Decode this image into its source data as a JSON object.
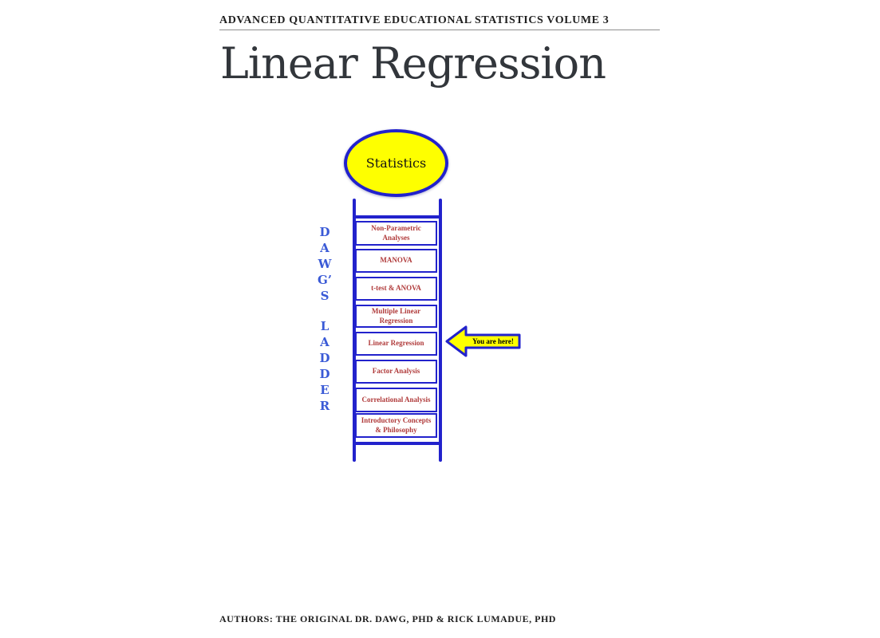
{
  "page": {
    "header": "ADVANCED QUANTITATIVE EDUCATIONAL STATISTICS VOLUME 3",
    "title": "Linear Regression",
    "footer": "AUTHORS: THE ORIGINAL DR. DAWG, PHD & RICK LUMADUE, PHD"
  },
  "diagram": {
    "root_node": "Statistics",
    "side_label": {
      "word1": "DAWG’S",
      "word2": "LADDER"
    },
    "rungs": [
      "Non-Parametric Analyses",
      "MANOVA",
      "t-test & ANOVA",
      "Multiple Linear Regression",
      "Linear Regression",
      "Factor Analysis",
      "Correlational Analysis",
      "Introductory Concepts & Philosophy"
    ],
    "marker": {
      "label": "You are here!",
      "points_to": "Linear Regression"
    },
    "colors": {
      "ladder_blue": "#2222cc",
      "side_label_blue": "#3a5ad6",
      "rung_text_red": "#b03b3b",
      "node_yellow": "#feff00"
    }
  }
}
